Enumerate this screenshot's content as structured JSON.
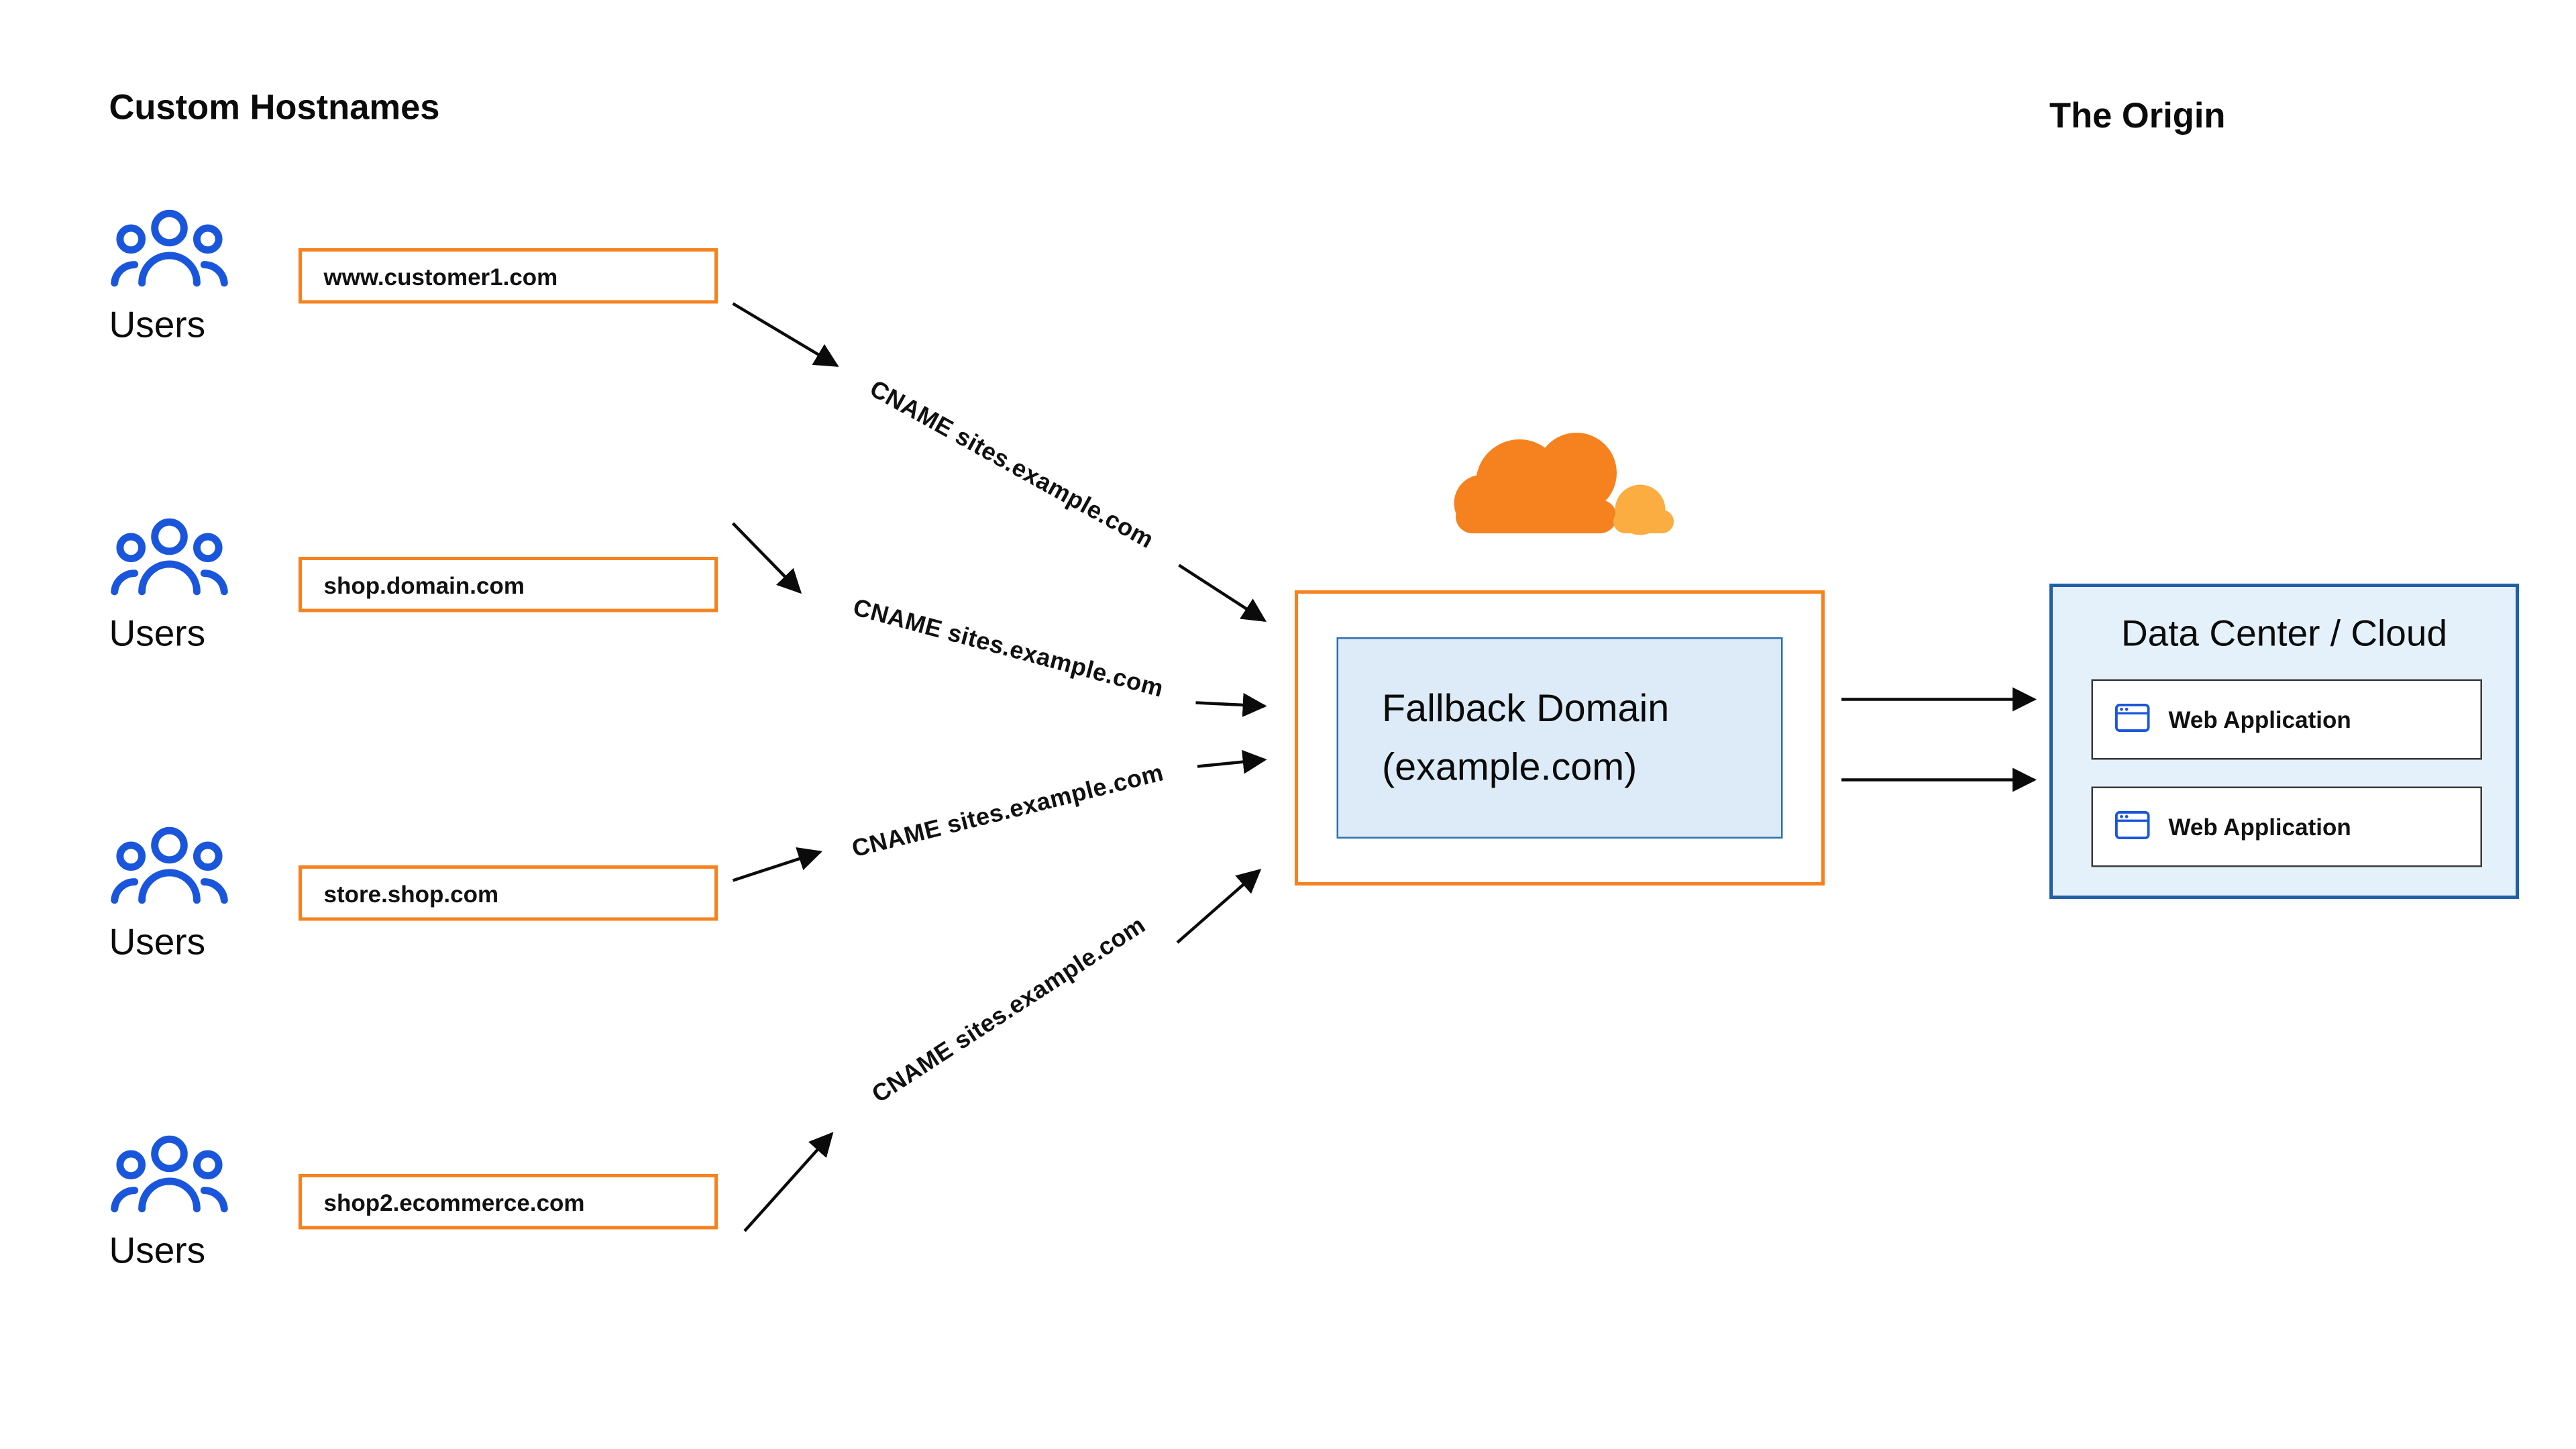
{
  "titles": {
    "left": "Custom Hostnames",
    "right": "The Origin"
  },
  "users_label": "Users",
  "hostnames": [
    "www.customer1.com",
    "shop.domain.com",
    "store.shop.com",
    "shop2.ecommerce.com"
  ],
  "edges": {
    "cname_label": "CNAME sites.example.com",
    "count": 4
  },
  "fallback": {
    "line1": "Fallback Domain",
    "line2": "(example.com)"
  },
  "origin": {
    "title": "Data Center / Cloud",
    "apps": [
      "Web Application",
      "Web Application"
    ]
  },
  "icons": {
    "users": "users-group-icon",
    "cloudflare": "cloudflare-cloud-logo",
    "web_app": "browser-window-icon",
    "arrow": "black-arrow"
  },
  "colors": {
    "orange_border": "#F6821F",
    "cloud_orange": "#F6821F",
    "cloud_light_orange": "#FBAD41",
    "users_blue": "#1A56DB",
    "datacenter_fill": "#E4F1FA",
    "datacenter_border": "#2160A8",
    "fallback_inner_fill": "#DCEBF7",
    "fallback_inner_border": "#2E71AE",
    "arrow_black": "#0B0B0B"
  }
}
